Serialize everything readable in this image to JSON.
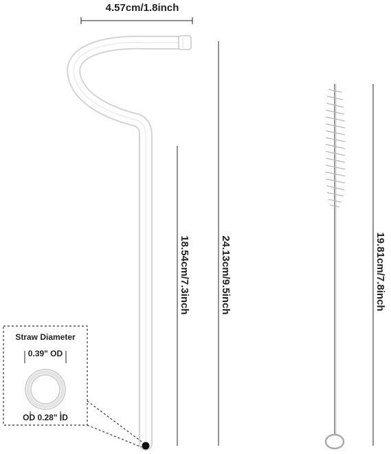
{
  "dimensions": {
    "top_width": "4.57cm/1.8inch",
    "straight_length": "18.54cm/7.3inch",
    "total_length": "24.13cm/9.5inch",
    "brush_length": "19.81cm/7.8inch"
  },
  "diameter_box": {
    "title": "Straw Diameter",
    "outer": "0.39\" OD",
    "inner": "OD 0.28\" ID"
  }
}
